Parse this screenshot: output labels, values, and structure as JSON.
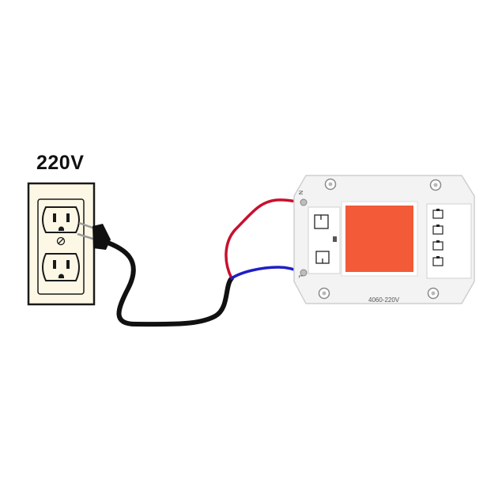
{
  "outlet": {
    "voltage_label": "220V"
  },
  "led_module": {
    "model_label": "4060-220V",
    "pin_n": "N",
    "pin_l": "L",
    "chip_color": "#f25a38"
  },
  "wires": {
    "neutral_color": "#c8102e",
    "live_color": "#1f1fc4",
    "cord_color": "#111111"
  }
}
